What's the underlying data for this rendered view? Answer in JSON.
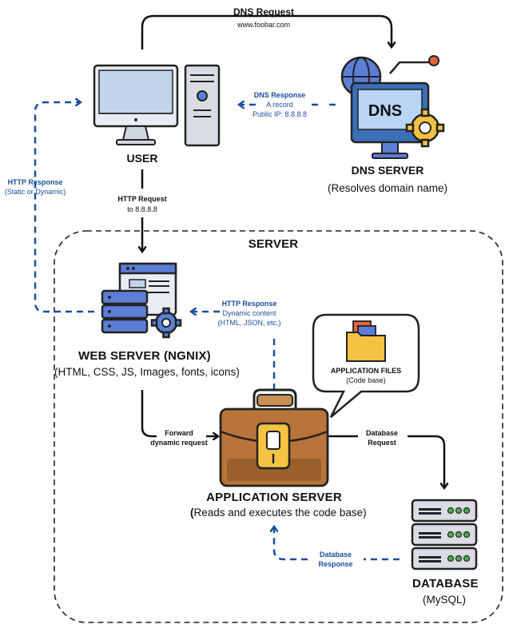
{
  "dns_request": {
    "title": "DNS Request",
    "detail": "www.foobar.com"
  },
  "dns_response": {
    "title": "DNS Response",
    "line1": "A record",
    "line2": "Public IP: 8.8.8.8"
  },
  "user": {
    "label": "USER"
  },
  "dns_server": {
    "label": "DNS SERVER",
    "sub": "(Resolves domain name)",
    "screen_text": "DNS"
  },
  "http_request": {
    "title": "HTTP Request",
    "detail": "to 8.8.8.8"
  },
  "http_response_left": {
    "title": "HTTP Response",
    "detail": "(Static or Dynamic)"
  },
  "server": {
    "label": "SERVER"
  },
  "web_server": {
    "label": "WEB SERVER (NGNIX)",
    "sub": "(HTML, CSS, JS, Images, fonts, icons)"
  },
  "http_response_mid": {
    "title": "HTTP Response",
    "line1": "Dynamic content",
    "line2": "(HTML, JSON, etc.)"
  },
  "forward": {
    "line1": "Forward",
    "line2": "dynamic request"
  },
  "app_files": {
    "title": "APPLICATION FILES",
    "sub": "(Code base)"
  },
  "app_server": {
    "label": "APPLICATION SERVER",
    "paren": "(",
    "sub": "Reads and executes the code base)"
  },
  "db_request": {
    "line1": "Database",
    "line2": "Request"
  },
  "db_response": {
    "line1": "Database",
    "line2": "Response"
  },
  "database": {
    "label": "DATABASE",
    "sub": "(MySQL)"
  },
  "colors": {
    "accent_blue": "#1a4fa0",
    "icon_blue": "#5b7fd6",
    "brown": "#b8743a",
    "yellow": "#f5c242"
  }
}
